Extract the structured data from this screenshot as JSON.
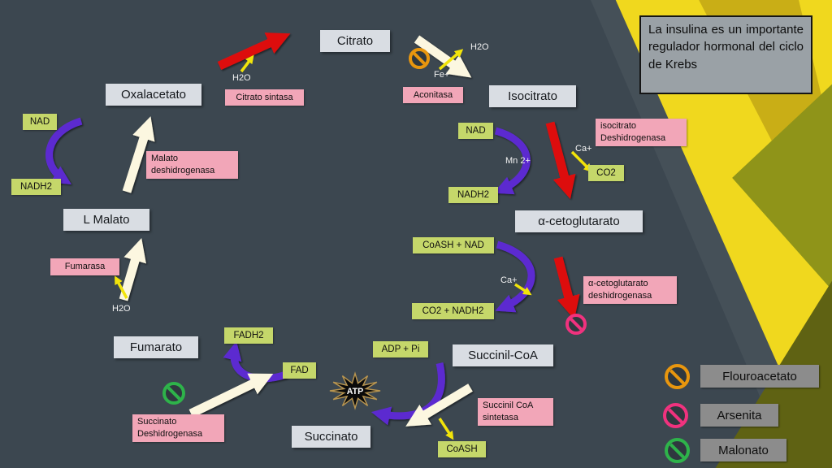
{
  "note": {
    "text": "La insulina es un importante regulador hormonal del ciclo de Krebs"
  },
  "metabolites": {
    "citrato": "Citrato",
    "oxalacetato": "Oxalacetato",
    "isocitrato": "Isocitrato",
    "l_malato": "L Malato",
    "a_cetoglutarato": "α-cetoglutarato",
    "fumarato": "Fumarato",
    "succinil_coa": "Succinil-CoA",
    "succinato": "Succinato"
  },
  "enzymes": {
    "citrato_sintasa": "Citrato sintasa",
    "aconitasa": "Aconitasa",
    "isocitrato_deshidrogenasa": "isocitrato Deshidrogenasa",
    "malato_deshidrogenasa": "Malato deshidrogenasa",
    "fumarasa": "Fumarasa",
    "a_cetoglutarato_deshidrogenasa": "α-cetoglutarato deshidrogenasa",
    "succinil_coa_sintetasa": "Succinil CoA sintetasa",
    "succinato_deshidrogenasa": "Succinato Deshidrogenasa"
  },
  "cofactors": {
    "nad_left": "NAD",
    "nadh2_left": "NADH2",
    "nad_right": "NAD",
    "nadh2_right": "NADH2",
    "co2": "CO2",
    "coash_nad": "CoASH + NAD",
    "co2_nadh2": "CO2 + NADH2",
    "fadh2": "FADH2",
    "fad": "FAD",
    "adp_pi": "ADP + Pi",
    "coash": "CoASH"
  },
  "ions": {
    "h2o_citrato_sintasa": "H2O",
    "h2o_aconitasa": "H2O",
    "fe": "Fe+",
    "mn": "Mn 2+",
    "ca_isocitrato": "Ca+",
    "ca_cetoglutarato": "Ca+",
    "h2o_fumarasa": "H2O"
  },
  "energy": {
    "atp": "ATP"
  },
  "legend": {
    "items": [
      {
        "label": "Flouroacetato",
        "color": "#e8960e"
      },
      {
        "label": "Arsenita",
        "color": "#f0327e"
      },
      {
        "label": "Malonato",
        "color": "#2eb34a"
      }
    ]
  },
  "colors": {
    "background": "#3c4750",
    "metabolite_box": "#d9dde3",
    "enzyme_box": "#f2a6b8",
    "cofactor_box": "#c5d76a",
    "arrow_red": "#dd1111",
    "arrow_purple": "#5b2bd0",
    "arrow_cream": "#fcf7e0",
    "arrow_yellow": "#f2e40a",
    "accent_yellow": "#f0d81e",
    "note_box": "#9aa1a6",
    "legend_box": "#8c8c8c"
  }
}
